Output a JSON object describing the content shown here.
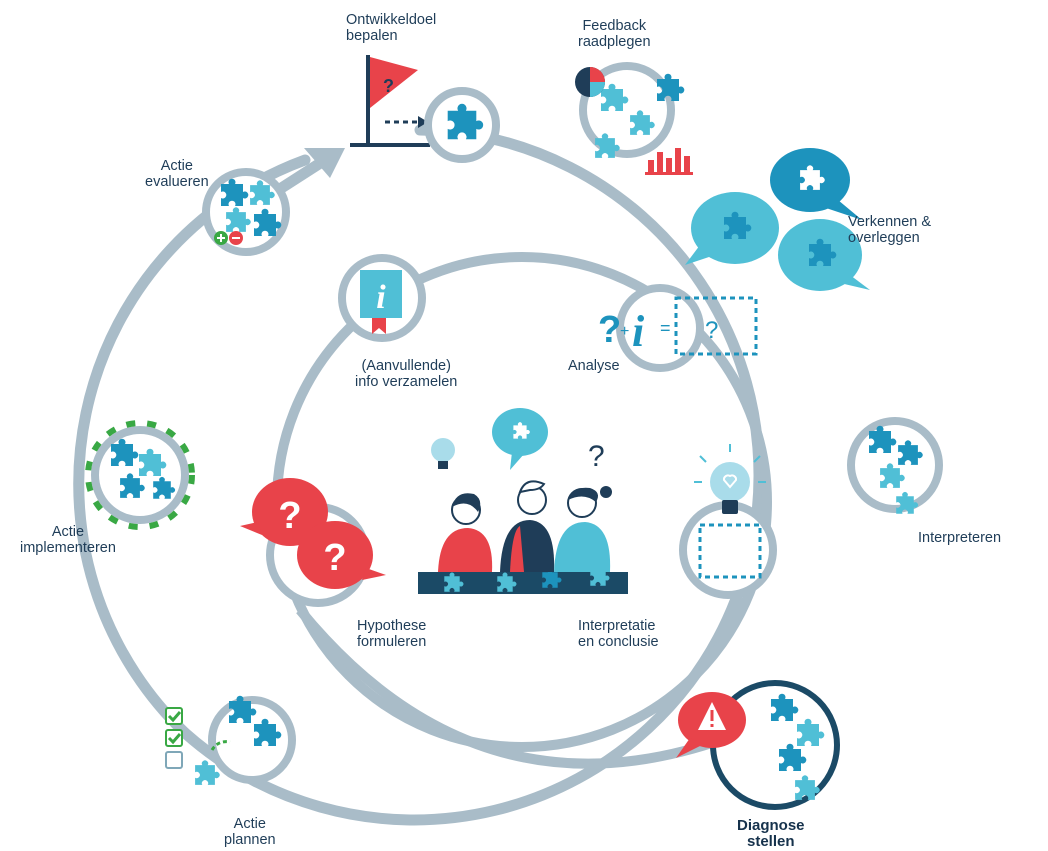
{
  "steps": {
    "ontwikkeldoel": [
      "Ontwikkeldoel",
      "bepalen"
    ],
    "feedback": [
      "Feedback",
      "raadplegen"
    ],
    "verkennen": [
      "Verkennen &",
      "overleggen"
    ],
    "interpreteren": [
      "Interpreteren"
    ],
    "diagnose": [
      "Diagnose",
      "stellen"
    ],
    "actie_plannen": [
      "Actie",
      "plannen"
    ],
    "actie_implementeren": [
      "Actie",
      "implementeren"
    ],
    "actie_evalueren": [
      "Actie",
      "evalueren"
    ],
    "info_verzamelen": [
      "(Aanvullende)",
      "info verzamelen"
    ],
    "analyse": [
      "Analyse"
    ],
    "hypothese": [
      "Hypothese",
      "formuleren"
    ],
    "interpretatie": [
      "Interpretatie",
      "en conclusie"
    ]
  },
  "icons": {
    "flag": "flag-icon",
    "puzzle": "puzzle-piece-icon",
    "speech": "speech-bubble-icon",
    "question": "question-mark-icon",
    "info": "info-icon",
    "lightbulb": "lightbulb-icon",
    "warning": "warning-icon",
    "checkbox": "checkbox-icon",
    "people": "people-illustration"
  },
  "colors": {
    "ring": "#a9bcc8",
    "ring_dark": "#1b4a66",
    "teal": "#1d93bd",
    "teal_light": "#50bfd6",
    "red": "#e8434a",
    "navy": "#1f3d58",
    "green": "#39a844"
  }
}
